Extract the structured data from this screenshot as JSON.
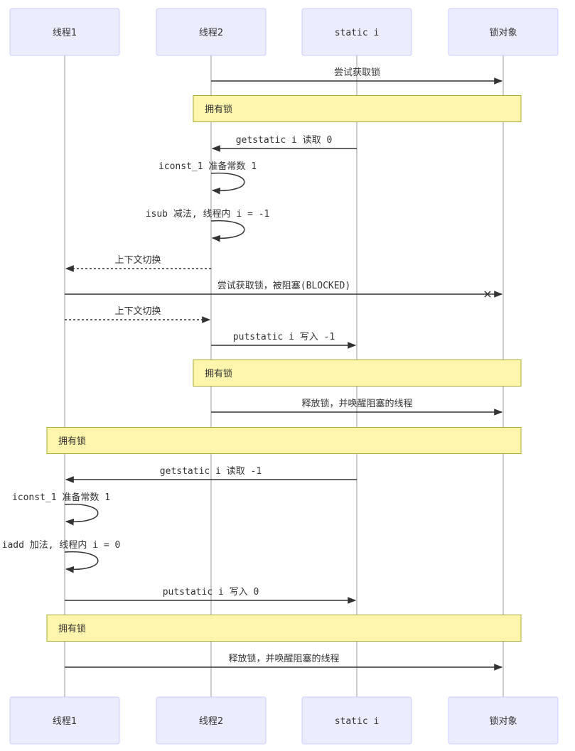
{
  "participants": [
    {
      "id": "t1",
      "label": "线程1"
    },
    {
      "id": "t2",
      "label": "线程2"
    },
    {
      "id": "si",
      "label": "static i"
    },
    {
      "id": "lk",
      "label": "锁对象"
    }
  ],
  "events": [
    {
      "kind": "message",
      "from": "t2",
      "to": "lk",
      "text": "尝试获取锁",
      "style": "solid"
    },
    {
      "kind": "note",
      "over": [
        "t2",
        "lk"
      ],
      "text": "拥有锁"
    },
    {
      "kind": "message",
      "from": "si",
      "to": "t2",
      "text": "getstatic i 读取 0",
      "style": "solid"
    },
    {
      "kind": "self",
      "on": "t2",
      "text": "iconst_1 准备常数 1"
    },
    {
      "kind": "self",
      "on": "t2",
      "text": "isub 减法, 线程内 i = -1"
    },
    {
      "kind": "message",
      "from": "t2",
      "to": "t1",
      "text": "上下文切换",
      "style": "dashed"
    },
    {
      "kind": "message",
      "from": "t1",
      "to": "lk",
      "text": "尝试获取锁，被阻塞(BLOCKED)",
      "style": "solid",
      "blocked": true
    },
    {
      "kind": "message",
      "from": "t1",
      "to": "t2",
      "text": "上下文切换",
      "style": "dashed"
    },
    {
      "kind": "message",
      "from": "t2",
      "to": "si",
      "text": "putstatic i 写入 -1",
      "style": "solid"
    },
    {
      "kind": "note",
      "over": [
        "t2",
        "lk"
      ],
      "text": "拥有锁"
    },
    {
      "kind": "message",
      "from": "t2",
      "to": "lk",
      "text": "释放锁，并唤醒阻塞的线程",
      "style": "solid"
    },
    {
      "kind": "note",
      "over": [
        "t1",
        "lk"
      ],
      "text": "拥有锁"
    },
    {
      "kind": "message",
      "from": "si",
      "to": "t1",
      "text": "getstatic i 读取 -1",
      "style": "solid"
    },
    {
      "kind": "self",
      "on": "t1",
      "text": "iconst_1 准备常数 1"
    },
    {
      "kind": "self",
      "on": "t1",
      "text": "iadd 加法, 线程内 i = 0"
    },
    {
      "kind": "message",
      "from": "t1",
      "to": "si",
      "text": "putstatic i 写入 0",
      "style": "solid"
    },
    {
      "kind": "note",
      "over": [
        "t1",
        "lk"
      ],
      "text": "拥有锁"
    },
    {
      "kind": "message",
      "from": "t1",
      "to": "lk",
      "text": "释放锁，并唤醒阻塞的线程",
      "style": "solid"
    }
  ],
  "colors": {
    "actor_fill": "#ECECFF",
    "actor_stroke": "#CCCCFF",
    "note_fill": "#FFF5AD",
    "note_stroke": "#AAAA33",
    "line": "#333333",
    "lifeline": "#999999"
  }
}
